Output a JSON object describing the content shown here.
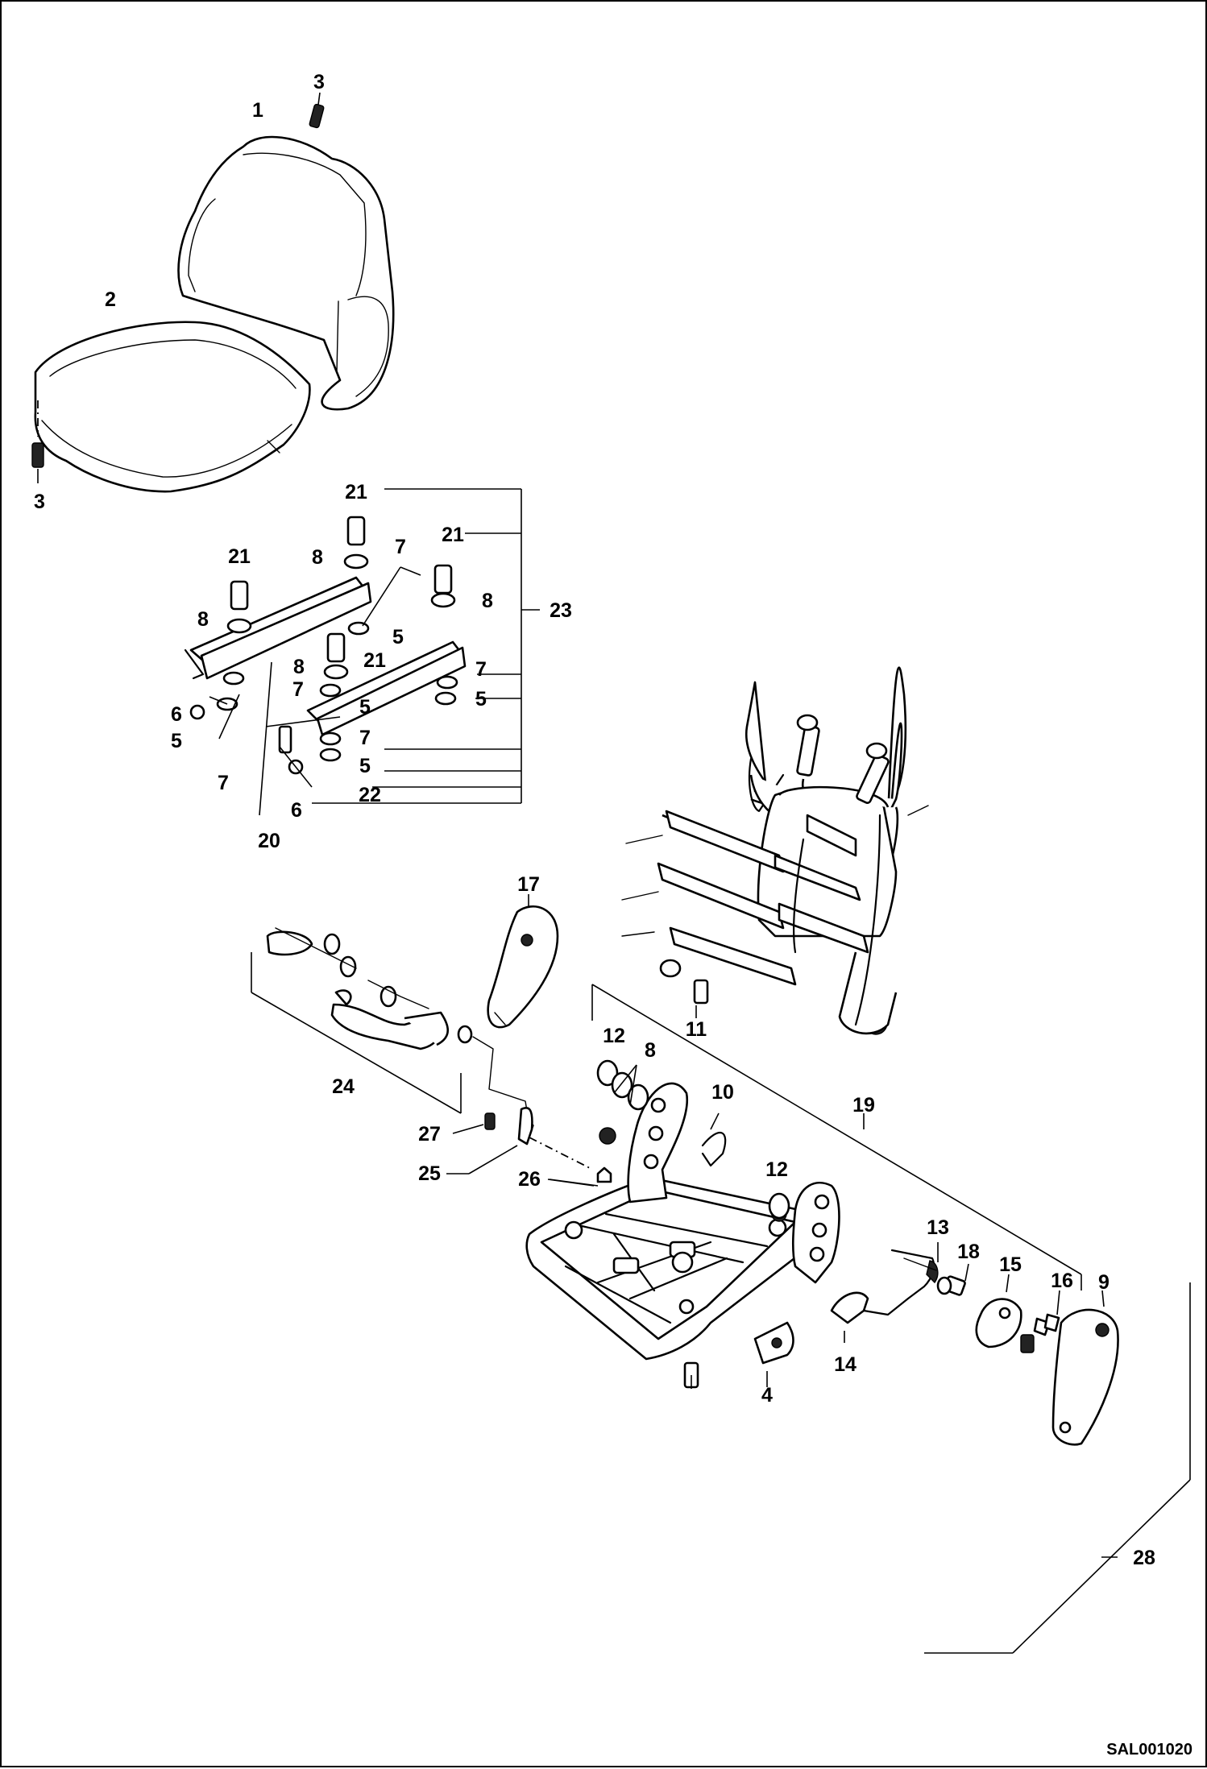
{
  "diagram": {
    "callouts": {
      "c1": "1",
      "c2": "2",
      "c3a": "3",
      "c3b": "3",
      "c4": "4",
      "c5a": "5",
      "c5b": "5",
      "c5c": "5",
      "c5d": "5",
      "c5e": "5",
      "c6a": "6",
      "c6b": "6",
      "c7a": "7",
      "c7b": "7",
      "c7c": "7",
      "c7d": "7",
      "c7e": "7",
      "c8a": "8",
      "c8b": "8",
      "c8c": "8",
      "c8d": "8",
      "c8e": "8",
      "c9": "9",
      "c10": "10",
      "c11": "11",
      "c12a": "12",
      "c12b": "12",
      "c13": "13",
      "c14": "14",
      "c15": "15",
      "c16": "16",
      "c17": "17",
      "c18": "18",
      "c19": "19",
      "c20": "20",
      "c21a": "21",
      "c21b": "21",
      "c21c": "21",
      "c21d": "21",
      "c22": "22",
      "c23": "23",
      "c24": "24",
      "c25": "25",
      "c26": "26",
      "c27": "27",
      "c28": "28"
    },
    "drawing_code": "SAL001020"
  }
}
